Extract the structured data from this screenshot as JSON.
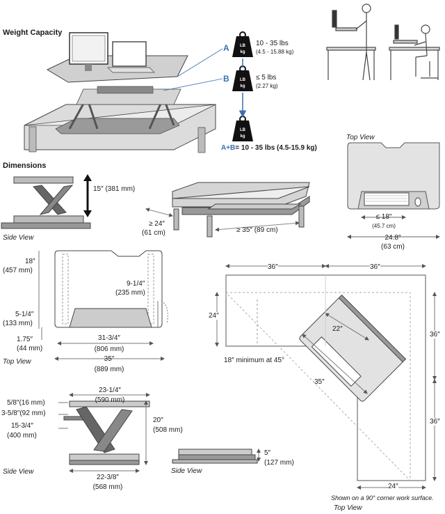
{
  "weight": {
    "heading": "Weight Capacity",
    "label_a": "A",
    "label_b": "B",
    "a_range": "10 - 35 lbs",
    "a_range_metric": "(4.5 - 15.88 kg)",
    "b_limit": "≤ 5 lbs",
    "b_limit_metric": "(2.27 kg)",
    "sum_label": "A+B",
    "sum_value": "= 10 - 35 lbs (4.5-15.9 kg)",
    "weight_icon_text_1": "LB",
    "weight_icon_text_2": "kg"
  },
  "dimensions": {
    "heading": "Dimensions",
    "side_height": "15″ (381 mm)",
    "side_view_1": "Side View",
    "depth": "≥ 24″",
    "depth_metric": "(61 cm)",
    "width": "≥ 35″ (89 cm)",
    "top_view_1": "Top View",
    "kb_width": "≤ 18″",
    "kb_width_metric": "(45.7 cm)",
    "top_width": "24.8″",
    "top_width_metric": "(63 cm)"
  },
  "top_view": {
    "depth": "18″",
    "depth_metric": "(457 mm)",
    "notch_depth": "9-1/4″",
    "notch_depth_metric": "(235 mm)",
    "tray_depth": "5-1/4″",
    "tray_depth_metric": "(133 mm)",
    "tray_offset": "1.75″",
    "tray_offset_metric": "(44 mm)",
    "tray_width": "31-3/4″",
    "tray_width_metric": "(806 mm)",
    "total_width": "35″",
    "total_width_metric": "(889 mm)",
    "label": "Top View"
  },
  "corner": {
    "top_left": "36″",
    "top_right": "36″",
    "left_depth": "24″",
    "right_upper": "36″",
    "right_lower": "36″",
    "bottom": "24″",
    "diag": "22″",
    "diag_width": "35″",
    "minimum": "18″ minimum at 45°",
    "caption": "Shown on a 90° corner work surface.",
    "label": "Top View"
  },
  "side_view": {
    "top_width": "23-1/4″",
    "top_width_metric": "(590 mm)",
    "thick": "5/8″(16 mm)",
    "kb_drop": "3-5/8″(92 mm)",
    "kb_height": "15-3/4″",
    "kb_height_metric": "(400 mm)",
    "height": "20″",
    "height_metric": "(508 mm)",
    "base": "22-3/8″",
    "base_metric": "(568 mm)",
    "label": "Side View"
  },
  "collapsed": {
    "height": "5″",
    "height_metric": "(127 mm)",
    "label": "Side View"
  },
  "colors": {
    "desk_gray": "#c9c9c9",
    "desk_dark": "#8a8a8a",
    "line": "#333333",
    "blue_accent": "#3a6fb0",
    "dim_line": "#666666"
  }
}
